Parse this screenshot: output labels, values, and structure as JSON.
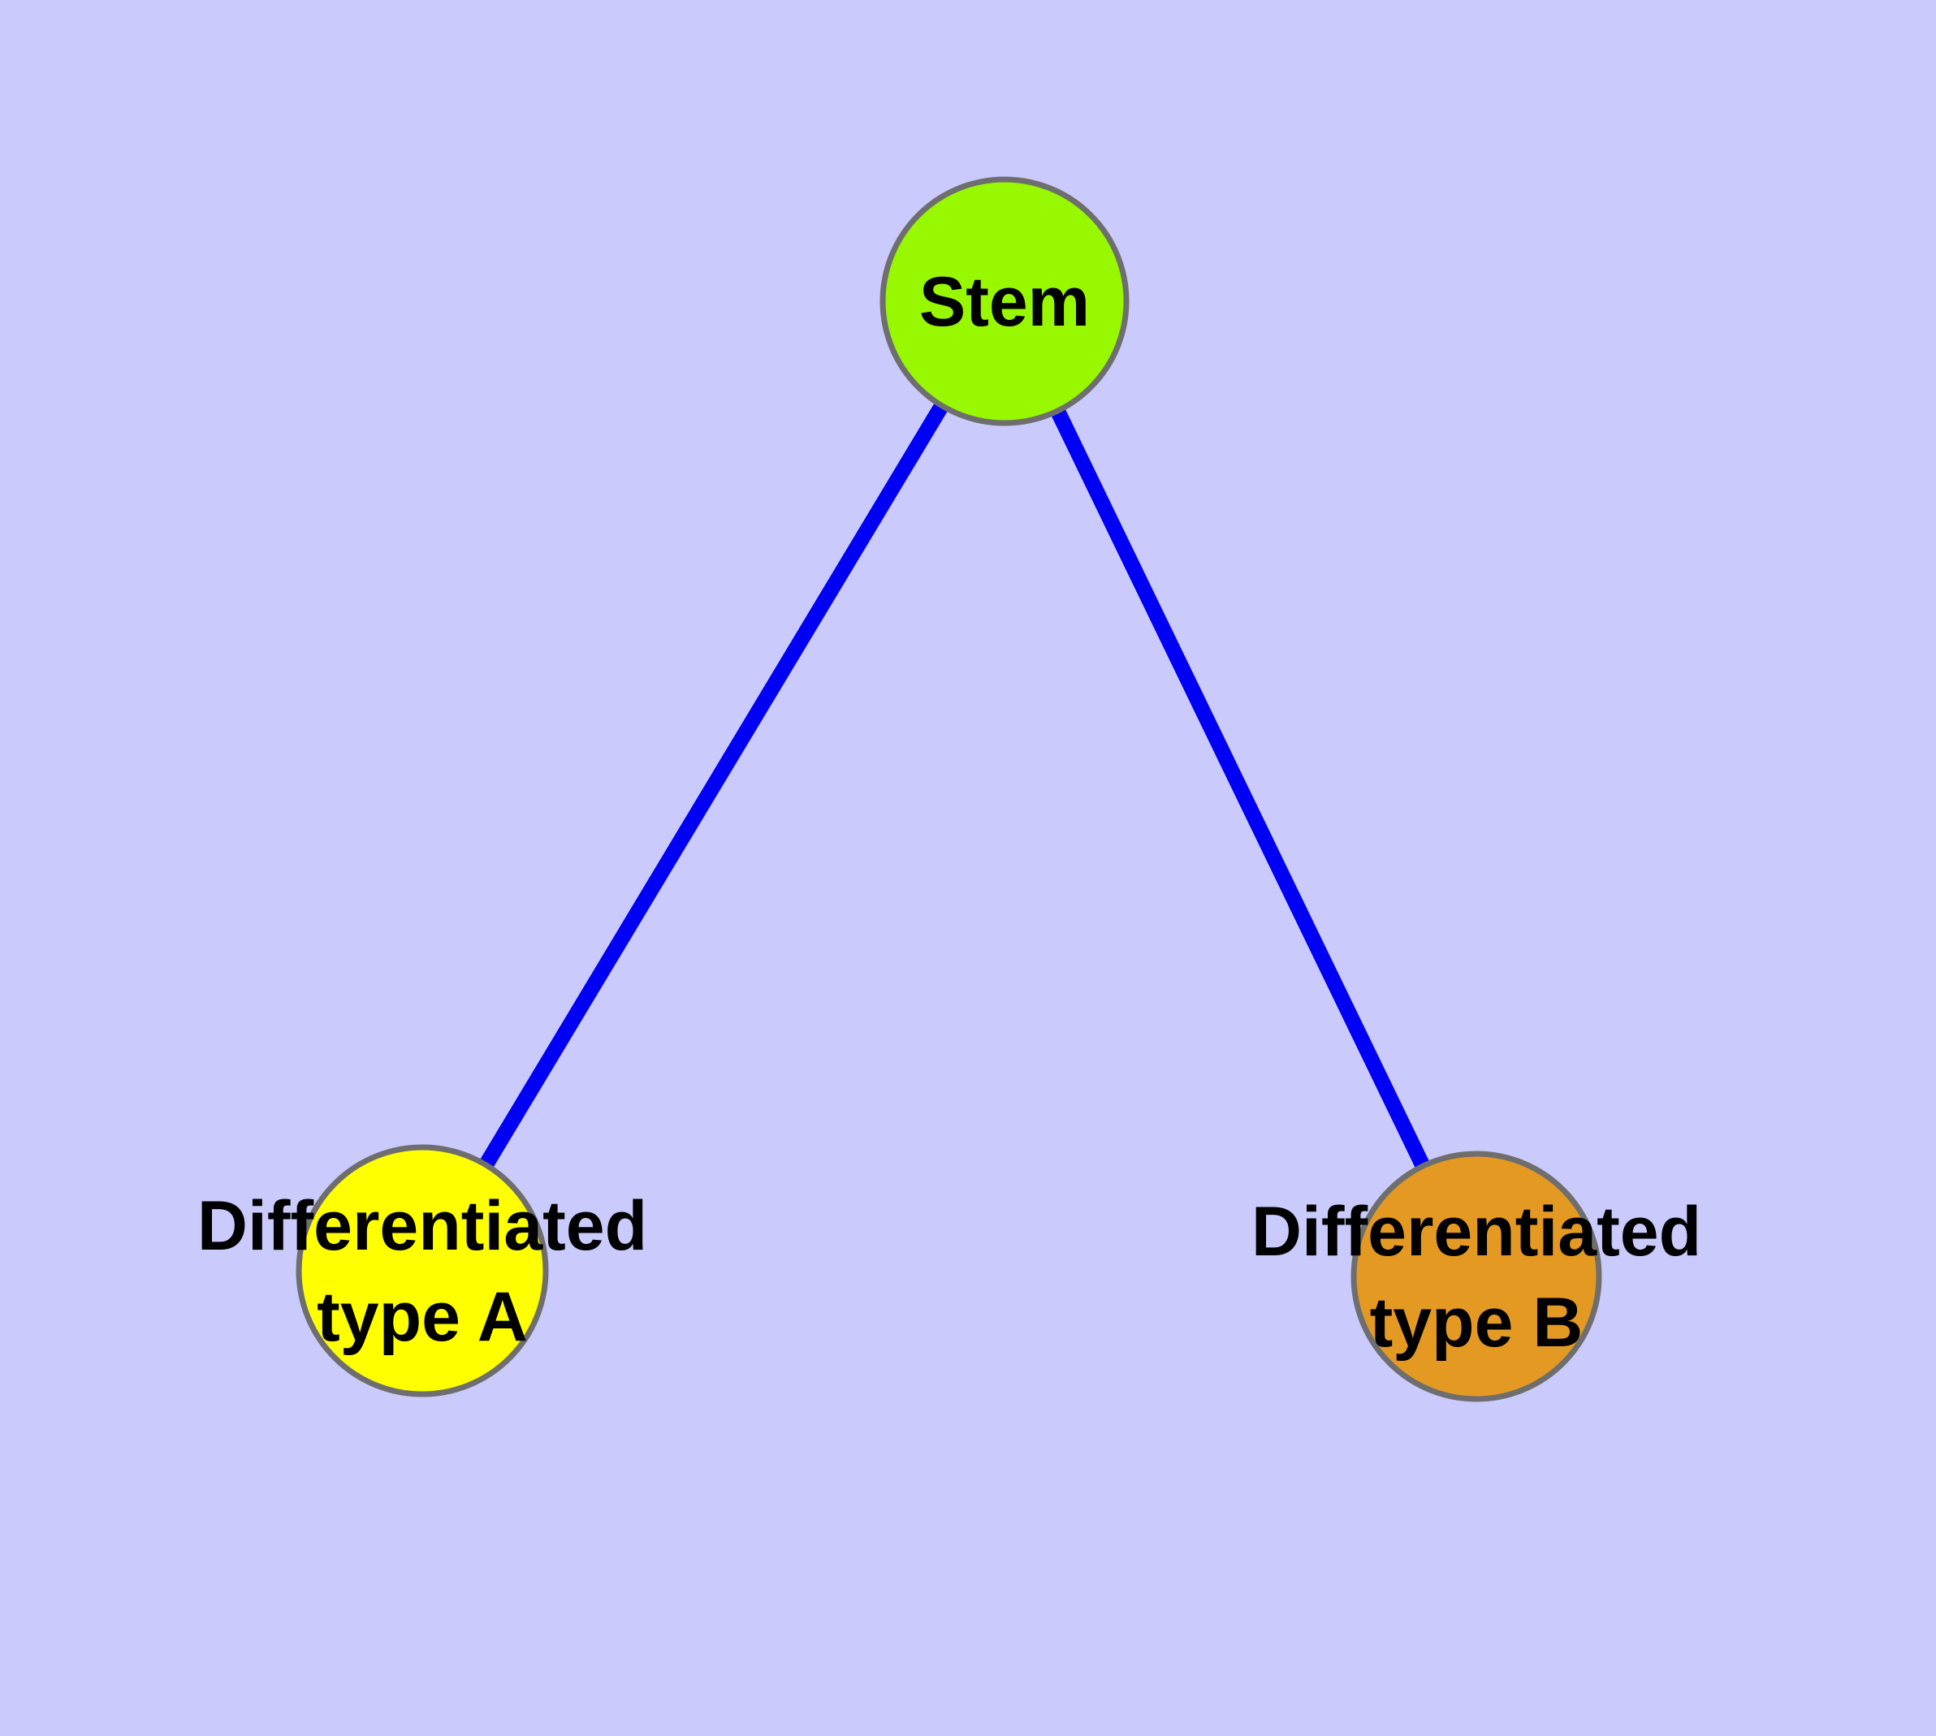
{
  "diagram": {
    "background_color": "#CACAFC",
    "node_border_color": "#6E6E6E",
    "edge_color": "#0000F5",
    "label_color": "#000000",
    "nodes": [
      {
        "id": "stem",
        "label": "Stem",
        "fill": "#97F800"
      },
      {
        "id": "differentiated-type-a",
        "label_line1": "Differentiated",
        "label_line2": "type A",
        "fill": "#FFFF00"
      },
      {
        "id": "differentiated-type-b",
        "label_line1": "Differentiated",
        "label_line2": "type B",
        "fill": "#E49A22"
      }
    ],
    "edges": [
      {
        "from": "stem",
        "to": "differentiated-type-a"
      },
      {
        "from": "stem",
        "to": "differentiated-type-b"
      }
    ]
  }
}
